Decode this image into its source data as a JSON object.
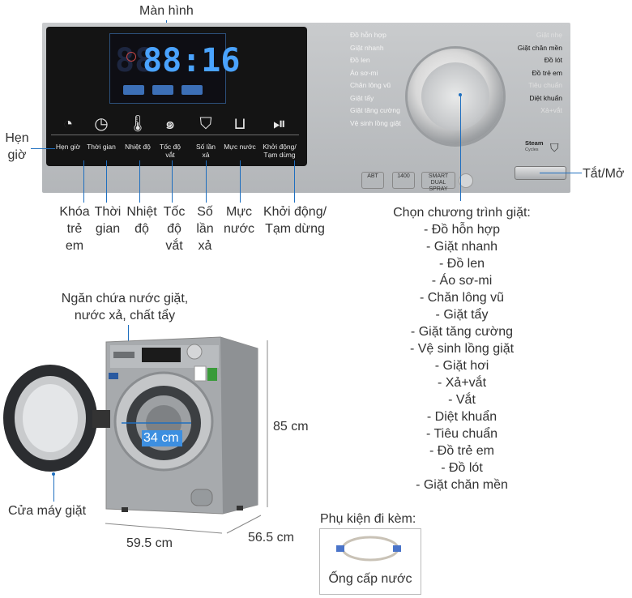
{
  "top_label": "Màn hình",
  "display": {
    "digits": "88:16"
  },
  "panel_buttons": [
    {
      "icon": "timer-delay-icon",
      "label": "Hẹn giờ"
    },
    {
      "icon": "clock-icon",
      "label": "Thời gian"
    },
    {
      "icon": "thermometer-icon",
      "label": "Nhiệt độ"
    },
    {
      "icon": "spin-icon",
      "label": "Tốc độ\nvắt"
    },
    {
      "icon": "rinse-icon",
      "label": "Số lần\nxả"
    },
    {
      "icon": "water-level-icon",
      "label": "Mực nước"
    },
    {
      "icon": "play-pause-icon",
      "label": "Khởi động/\nTạm dừng"
    }
  ],
  "left_programs": [
    "Đồ hỗn hợp",
    "Giặt nhanh",
    "Đồ len",
    "Áo sơ-mi",
    "Chăn lông vũ",
    "Giặt tẩy",
    "Giặt tăng cường",
    "Vệ sinh lồng giặt"
  ],
  "right_programs": [
    "Giặt nhẹ",
    "Giặt chăn mền",
    "Đồ lót",
    "Đồ trẻ em",
    "Tiêu chuẩn",
    "Diệt khuẩn",
    "Xả+vắt",
    ""
  ],
  "steam_label": "Steam",
  "steam_sub": "Cycles",
  "panel_badges": [
    "ABT",
    "1400",
    "SMART\nDUAL SPRAY"
  ],
  "callouts": {
    "hen_gio": "Hẹn\ngiờ",
    "khoa_tre_em": "Khóa\ntrẻ\nem",
    "thoi_gian": "Thời\ngian",
    "nhiet_do": "Nhiệt\nđộ",
    "toc_do_vat": "Tốc\nđộ\nvắt",
    "so_lan_xa": "Số\nlần\nxả",
    "muc_nuoc": "Mực\nnước",
    "khoi_dong": "Khởi động/\nTạm dừng",
    "tat_mo": "Tắt/Mở",
    "ngan_chua": "Ngăn chứa nước giặt,\nnước xả, chất tẩy",
    "cua_may": "Cửa máy giặt",
    "door_size": "34 cm",
    "height": "85 cm",
    "width": "59.5 cm",
    "depth": "56.5 cm",
    "accessory_title": "Phụ kiện đi kèm:",
    "accessory_item": "Ống cấp nước"
  },
  "program_list_title": "Chọn chương trình giặt:",
  "program_list": [
    "- Đồ hỗn hợp",
    "- Giặt nhanh",
    "- Đồ len",
    "- Áo sơ-mi",
    "- Chăn lông vũ",
    "- Giặt tẩy",
    "- Giặt tăng cường",
    "- Vệ sinh lồng giặt",
    "- Giặt hơi",
    "- Xả+vắt",
    "- Vắt",
    "- Diệt khuẩn",
    "- Tiêu chuẩn",
    "- Đồ trẻ em",
    "- Đồ lót",
    "- Giặt chăn mền"
  ],
  "colors": {
    "accent": "#1f6fbf",
    "panel": "#bdbfc2",
    "display_blue": "#4aa3ff"
  }
}
